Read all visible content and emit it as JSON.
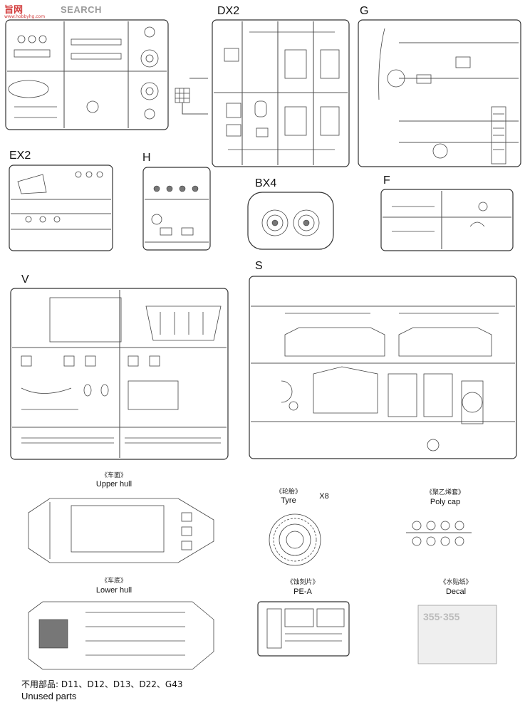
{
  "watermark": {
    "logo_text": "旨网",
    "logo_sub": "www.hobbyhg.com",
    "search_text": "SEARCH"
  },
  "sprue_labels": {
    "dx2": "DX2",
    "g": "G",
    "ex2": "EX2",
    "h": "H",
    "bx4": "BX4",
    "f": "F",
    "v": "V",
    "s": "S"
  },
  "components": {
    "upper_hull": {
      "cn": "《车面》",
      "en": "Upper hull"
    },
    "tyre": {
      "cn": "《轮胎》",
      "en": "Tyre",
      "count": "X8"
    },
    "poly_cap": {
      "cn": "《聚乙烯套》",
      "en": "Poly cap"
    },
    "lower_hull": {
      "cn": "《车底》",
      "en": "Lower hull"
    },
    "pe_a": {
      "cn": "《蚀刻片》",
      "en": "PE-A"
    },
    "decal": {
      "cn": "《水贴纸》",
      "en": "Decal",
      "numbers": "355·355"
    }
  },
  "unused": {
    "cn": "不用部品: D11、D12、D13、D22、G43",
    "en": "Unused parts"
  },
  "colors": {
    "line": "#333333",
    "watermark": "#d23a3a"
  }
}
